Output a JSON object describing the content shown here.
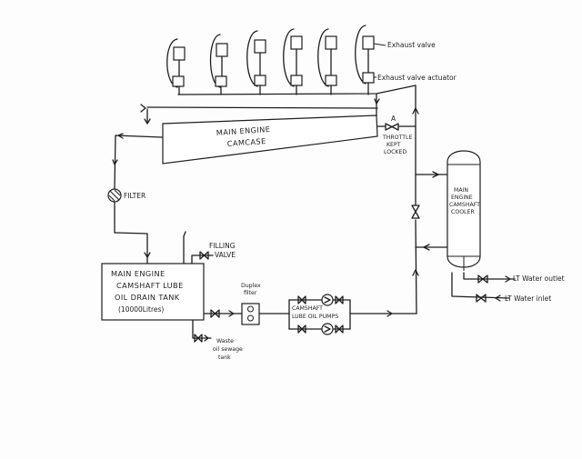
{
  "labels": {
    "exhaust_valve": "Exhaust valve",
    "exhaust_valve_actuator": "Exhaust valve actuator",
    "camcase_line1": "MAIN ENGINE",
    "camcase_line2": "CAMCASE",
    "marker_a": "A",
    "throttle_line1": "THROTTLE",
    "throttle_line2": "KEPT",
    "throttle_line3": "LOCKED",
    "filter": "FILTER",
    "cooler_line1": "MAIN",
    "cooler_line2": "ENGINE",
    "cooler_line3": "CAMSHAFT",
    "cooler_line4": "COOLER",
    "filling_line1": "FILLING",
    "filling_line2": "VALVE",
    "tank_line1": "MAIN ENGINE",
    "tank_line2": "CAMSHAFT LUBE",
    "tank_line3": "OIL DRAIN TANK",
    "tank_line4": "(10000Litres)",
    "duplex_line1": "Duplex",
    "duplex_line2": "filter",
    "pumps_line1": "CAMSHAFT",
    "pumps_line2": "LUBE OIL PUMPS",
    "waste_line1": "Waste",
    "waste_line2": "oil sewage",
    "waste_line3": "tank",
    "lt_outlet": "LT Water outlet",
    "lt_inlet": "LT Water inlet"
  },
  "colors": {
    "ink": "#1e1e1e",
    "paper": "#fdfdfd"
  }
}
